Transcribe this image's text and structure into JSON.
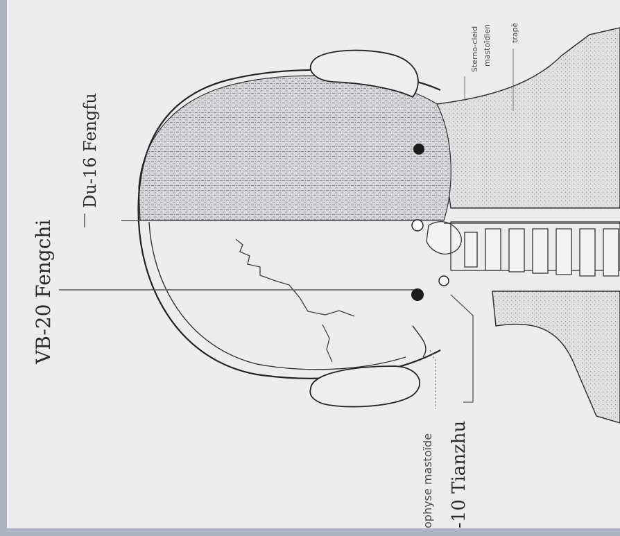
{
  "points": {
    "fengchi": "VB-20 Fengchi",
    "fengfu": "Du-16 Fengfu",
    "tianzhu": "-10 Tianzhu"
  },
  "anatomy": {
    "mastoid": "ophyse mastoïde",
    "sterno_1": "Sterno-cleid",
    "sterno_2": "mastoïdien",
    "trapeze": "trapè"
  },
  "colors": {
    "frame": "#aeb4c4",
    "paper": "#ecedef",
    "ink": "#2a2a2a",
    "acupoint_filled": "#1c1c1c",
    "acupoint_open": "#ffffff"
  }
}
